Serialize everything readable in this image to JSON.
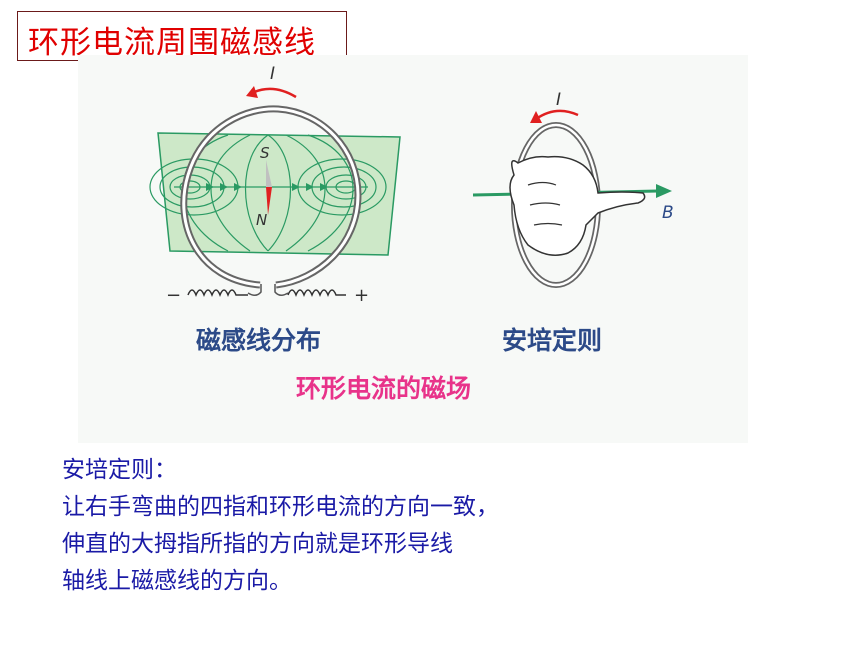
{
  "title": "环形电流周围磁感线",
  "figure": {
    "left_labels": {
      "current": "I",
      "south": "S",
      "north": "N",
      "minus": "−",
      "plus": "+"
    },
    "right_labels": {
      "current": "I",
      "field": "B"
    },
    "caption_left": "磁感线分布",
    "caption_right": "安培定则",
    "subtitle": "环形电流的磁场",
    "colors": {
      "field_green": "#2a9a63",
      "plane_green": "#cde8c8",
      "red": "#e02020",
      "caption_blue": "#2c4a88",
      "subtitle_pink": "#e8338a"
    }
  },
  "description": {
    "heading": "安培定则：",
    "line1": "让右手弯曲的四指和环形电流的方向一致，",
    "line2": "伸直的大拇指所指的方向就是环形导线",
    "line3": "轴线上磁感线的方向。"
  }
}
